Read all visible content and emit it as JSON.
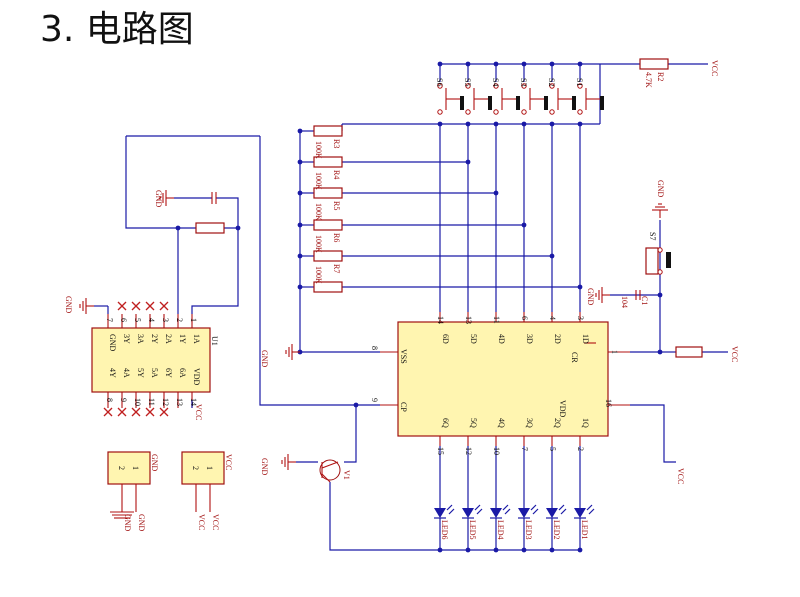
{
  "title": "3. 电路图",
  "components": {
    "s_labels": [
      "S6",
      "S5",
      "S4",
      "S3",
      "S2",
      "S1"
    ],
    "s7": "S7",
    "r2": {
      "ref": "R2",
      "value": "4.7K"
    },
    "r_refs": [
      "R3",
      "R4",
      "R5",
      "R6",
      "R7"
    ],
    "r_value": "100K",
    "c1": {
      "ref": "C1",
      "value": "104"
    },
    "q1": "V1",
    "u1": {
      "ref": "U1",
      "top_pins": [
        "7",
        "6",
        "5",
        "4",
        "3",
        "2",
        "1"
      ],
      "bottom_pins": [
        "8",
        "9",
        "10",
        "11",
        "12",
        "13",
        "14"
      ],
      "top_labels": [
        "GND",
        "3Y",
        "3A",
        "2Y",
        "2A",
        "1Y",
        "1A"
      ],
      "bottom_labels": [
        "4Y",
        "4A",
        "5Y",
        "5A",
        "6Y",
        "6A",
        "VDD"
      ]
    },
    "u2": {
      "top_pins": [
        "14",
        "13",
        "11",
        "6",
        "4",
        "3"
      ],
      "top_labels": [
        "6D",
        "5D",
        "4D",
        "3D",
        "2D",
        "1D"
      ],
      "bottom_pins": [
        "15",
        "12",
        "10",
        "7",
        "5",
        "2"
      ],
      "bottom_labels": [
        "6Q",
        "5Q",
        "4Q",
        "3Q",
        "2Q",
        "1Q"
      ],
      "cr": "CR",
      "cr_pin": "1",
      "vss": "VSS",
      "vss_pin": "8",
      "cp": "CP",
      "cp_pin": "9",
      "vdd": "VDD",
      "vdd_pin": "16"
    },
    "leds": [
      "LED6",
      "LED5",
      "LED4",
      "LED3",
      "LED2",
      "LED1"
    ],
    "connectors": [
      {
        "label": "GND",
        "pins": [
          "2",
          "1"
        ],
        "nets": [
          "GND",
          "GND"
        ]
      },
      {
        "label": "VCC",
        "pins": [
          "2",
          "1"
        ],
        "nets": [
          "VCC",
          "VCC"
        ]
      }
    ]
  },
  "nets": {
    "vcc": "VCC",
    "gnd": "GND"
  },
  "colors": {
    "wire": "#1a1aa6",
    "part": "#a01010",
    "chip_fill": "#fff5b0"
  }
}
